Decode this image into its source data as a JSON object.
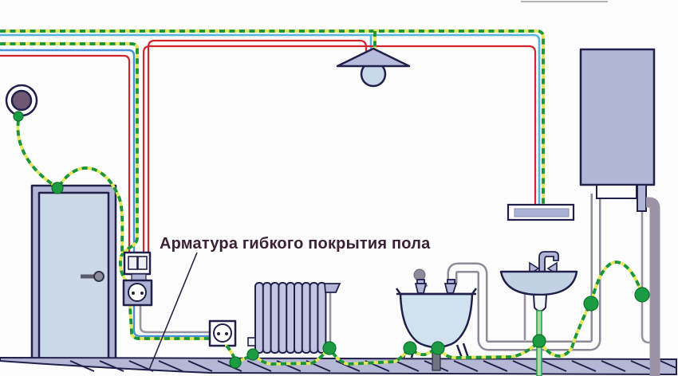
{
  "diagram": {
    "label": {
      "text": "Арматура гибкого покрытия пола"
    },
    "colors": {
      "phase_wire_red": "#d3262c",
      "neutral_wire_blue": "#4a90d2",
      "neutral_top_cyan": "#55b4dc",
      "ground_wire_green": "#17943c",
      "ground_wire_yellow": "#e3e658",
      "bonding_dot_green": "#1b9c42",
      "fixture_fill_lavender": "#b2b6d6",
      "fixture_outline_navy": "#20204a",
      "water_fill_lightblue": "#cfe2ee",
      "pipe_gray": "#98939e",
      "sewer_pipe_gray": "#9c93a6",
      "floor_fill": "#b5b8d5",
      "grounding_rod_green": "#a8dca8",
      "label_text_color": "#3a2134",
      "background": "#fcfcfd"
    },
    "components": [
      "doorbell",
      "door",
      "wall-switch",
      "wall-socket",
      "floor-socket",
      "ceiling-lamp",
      "radiator",
      "bathtub",
      "sink",
      "ventilation-grille",
      "water-heater",
      "grounding-rod",
      "floor-ground-conductor"
    ]
  }
}
